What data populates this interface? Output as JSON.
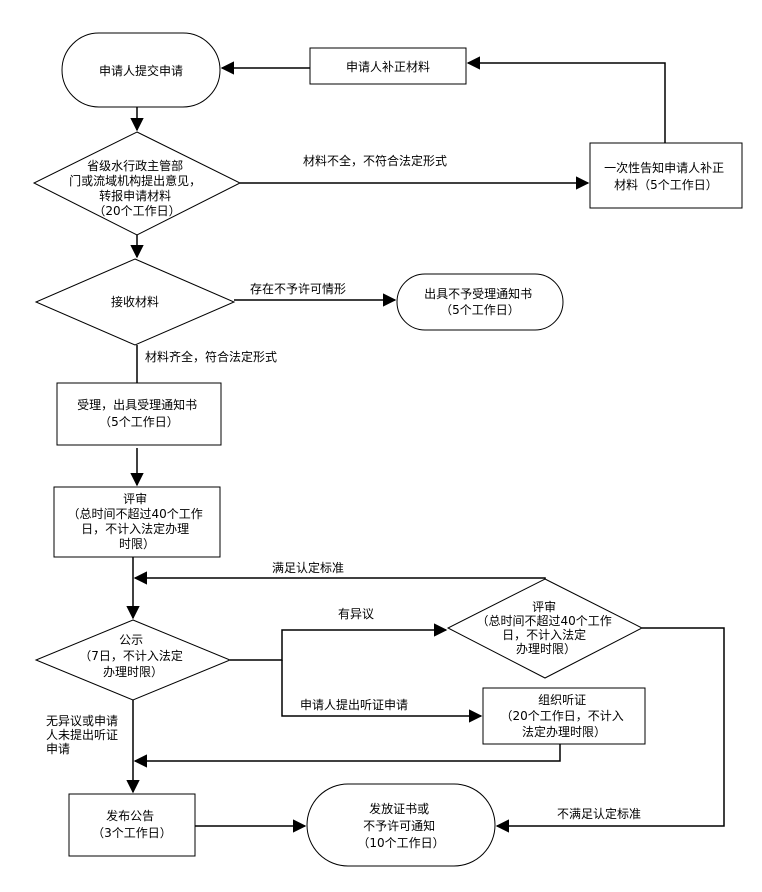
{
  "nodes": {
    "submit": "申请人提交申请",
    "supplement": "申请人补正材料",
    "review_province": [
      "省级水行政主管部",
      "门或流域机构提出意见，",
      "转报申请材料",
      "（20个工作日）"
    ],
    "notify_supplement": [
      "一次性告知申请人补正",
      "材料（5个工作日）"
    ],
    "receive": "接收材料",
    "reject_notice": [
      "出具不予受理通知书",
      "（5个工作日）"
    ],
    "accept": [
      "受理，出具受理通知书",
      "（5个工作日）"
    ],
    "evaluate": [
      "评审",
      "（总时间不超过40个工作",
      "日，不计入法定办理",
      "时限）"
    ],
    "publicity": [
      "公示",
      "（7日，不计入法定",
      "办理时限）"
    ],
    "re_evaluate": [
      "评审",
      "（总时间不超过40个工作",
      "日，不计入法定",
      "办理时限）"
    ],
    "hearing": [
      "组织听证",
      "（20个工作日，不计入",
      "法定办理时限）"
    ],
    "announce": [
      "发布公告",
      "（3个工作日）"
    ],
    "issue": [
      "发放证书或",
      "不予许可通知",
      "（10个工作日）"
    ]
  },
  "edges": {
    "incomplete": "材料不全，不符合法定形式",
    "not_permitted": "存在不予许可情形",
    "complete": "材料齐全，符合法定形式",
    "meets_standard": "满足认定标准",
    "objection": "有异议",
    "hearing_request": "申请人提出听证申请",
    "no_objection": [
      "无异议或申请",
      "人未提出听证",
      "申请"
    ],
    "not_meet_standard": "不满足认定标准"
  }
}
